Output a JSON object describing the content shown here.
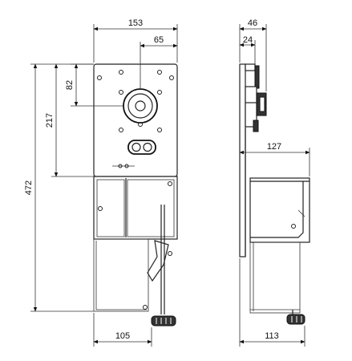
{
  "dimensions": {
    "top_width": "153",
    "center_offset": "65",
    "height_to_center": "82",
    "height_to_plate": "217",
    "total_height": "472",
    "bottom_width": "105",
    "side_depth": "46",
    "side_inner_depth": "24",
    "side_offset": "127",
    "side_bottom_depth": "113"
  }
}
